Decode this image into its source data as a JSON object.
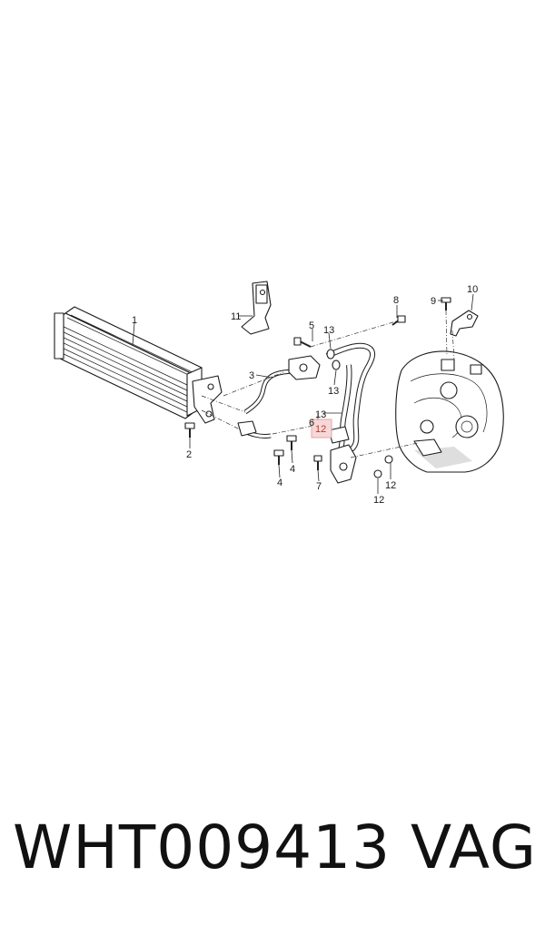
{
  "diagram": {
    "callouts": [
      {
        "id": "c1",
        "label": "1"
      },
      {
        "id": "c2",
        "label": "2"
      },
      {
        "id": "c3",
        "label": "3"
      },
      {
        "id": "c4a",
        "label": "4"
      },
      {
        "id": "c4b",
        "label": "4"
      },
      {
        "id": "c5",
        "label": "5"
      },
      {
        "id": "c6",
        "label": "6"
      },
      {
        "id": "c7",
        "label": "7"
      },
      {
        "id": "c8",
        "label": "8"
      },
      {
        "id": "c9",
        "label": "9"
      },
      {
        "id": "c10",
        "label": "10"
      },
      {
        "id": "c11",
        "label": "11"
      },
      {
        "id": "c12a",
        "label": "12",
        "highlight": true
      },
      {
        "id": "c12b",
        "label": "12"
      },
      {
        "id": "c12c",
        "label": "12"
      },
      {
        "id": "c13a",
        "label": "13"
      },
      {
        "id": "c13b",
        "label": "13"
      },
      {
        "id": "c13c",
        "label": "13"
      }
    ],
    "highlight_color": "#e5a3a3"
  },
  "footer": {
    "part_code": "WHT009413",
    "brand": "VAG"
  }
}
